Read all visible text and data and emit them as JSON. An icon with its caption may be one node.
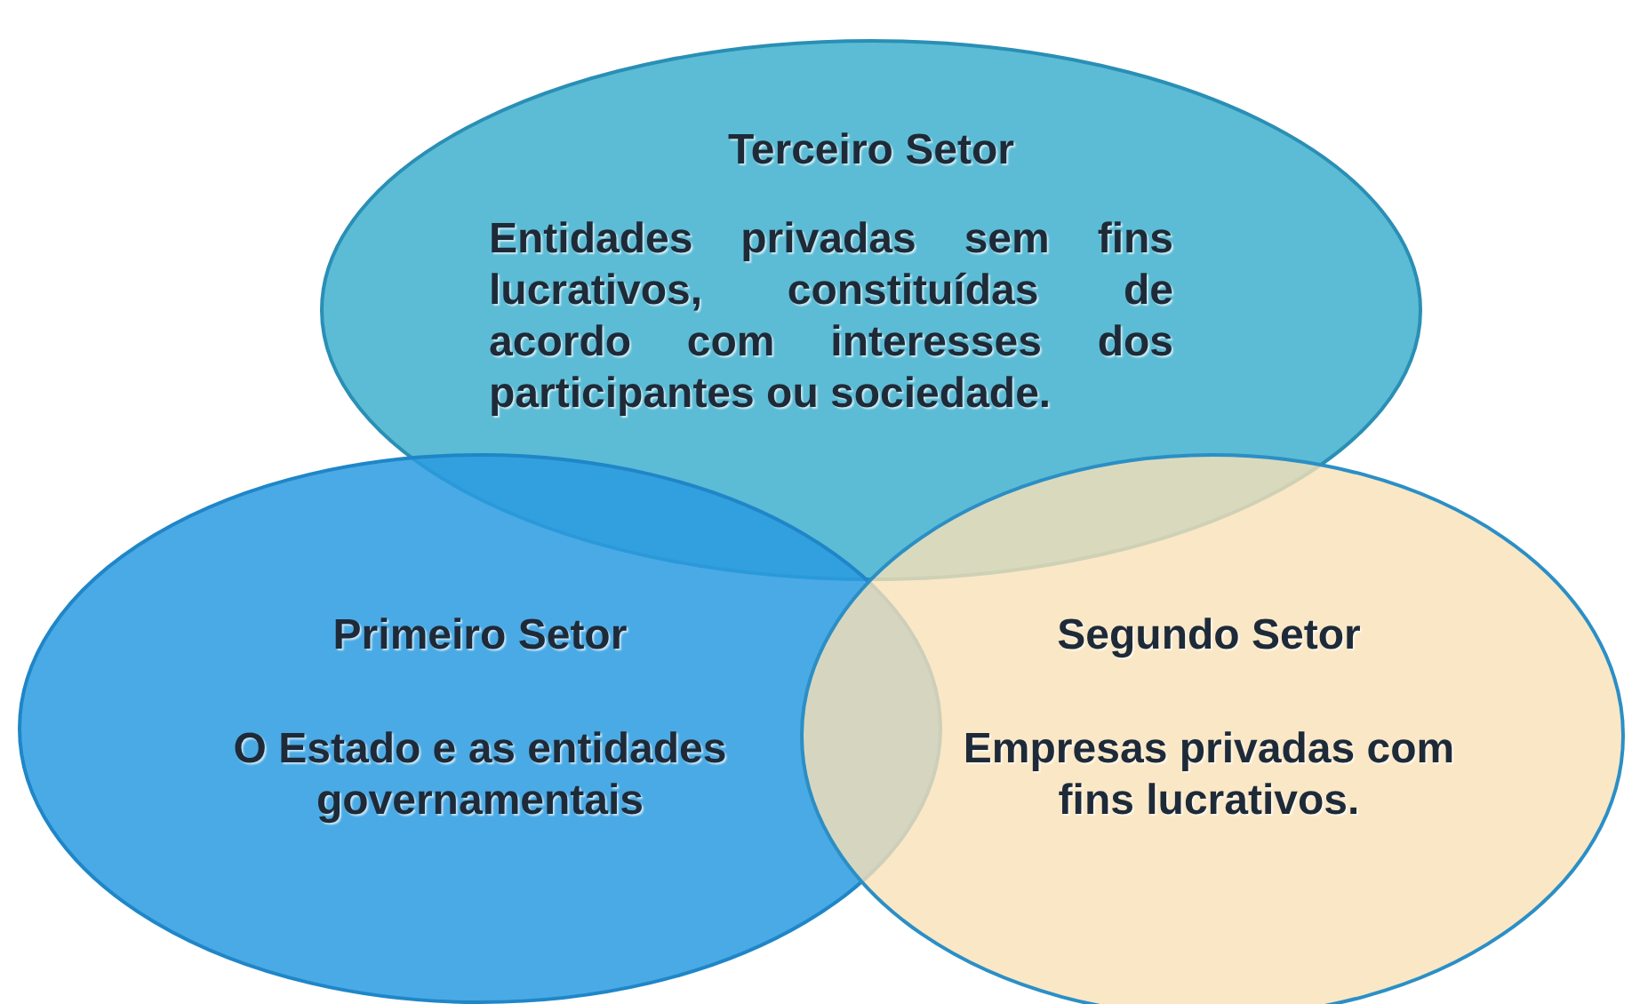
{
  "diagram": {
    "nodes": [
      {
        "text": [
          "Terceiro Setor",
          "Entidades privadas sem fins lucrativos, constituídas de acordo com interesses dos participantes ou sociedade."
        ]
      },
      {
        "text": [
          "Primeiro Setor",
          "O Estado e as entidades governamentais"
        ]
      },
      {
        "text": [
          "Segundo Setor",
          "Empresas privadas com fins lucrativos."
        ]
      }
    ]
  }
}
